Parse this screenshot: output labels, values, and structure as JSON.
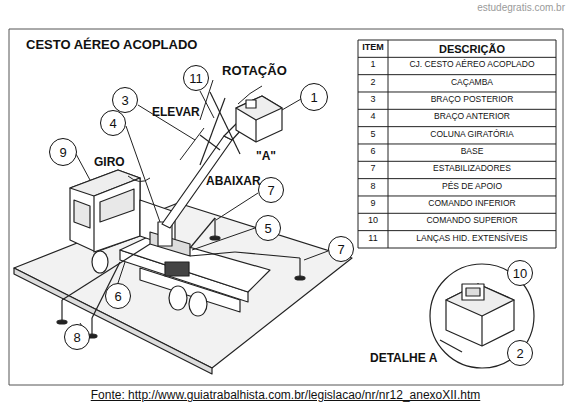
{
  "diagram": {
    "title": "CESTO AÉREO ACOPLADO",
    "caption": "Fonte: http://www.guiatrabalhista.com.br/legislacao/nr/nr12_anexoXII.htm",
    "nodes": [
      {
        "text": [
          "11"
        ]
      },
      {
        "text": [
          "1"
        ]
      },
      {
        "text": [
          "3"
        ]
      },
      {
        "text": [
          "4"
        ]
      },
      {
        "text": [
          "9"
        ]
      },
      {
        "text": [
          "7"
        ]
      },
      {
        "text": [
          "5"
        ]
      },
      {
        "text": [
          "7"
        ]
      },
      {
        "text": [
          "10"
        ]
      },
      {
        "text": [
          "6"
        ]
      },
      {
        "text": [
          "8"
        ]
      },
      {
        "text": [
          "2"
        ]
      }
    ],
    "labels": [
      "estudegratis.com.br",
      "ROTAÇÃO",
      "ELEVAR",
      "GIRO",
      "ABAIXAR",
      "\"A\"",
      "DETALHE A",
      "ITEM",
      "DESCRIÇÃO",
      "1",
      "CJ. CESTO AÉREO ACOPLADO",
      "2",
      "CAÇAMBA",
      "3",
      "BRAÇO POSTERIOR",
      "4",
      "BRAÇO ANTERIOR",
      "5",
      "COLUNA GIRATÓRIA",
      "6",
      "BASE",
      "7",
      "ESTABILIZADORES",
      "8",
      "PÉS DE APOIO",
      "9",
      "COMANDO INFERIOR",
      "10",
      "COMANDO SUPERIOR",
      "11",
      "LANÇAS HID. EXTENSÍVEIS"
    ]
  }
}
